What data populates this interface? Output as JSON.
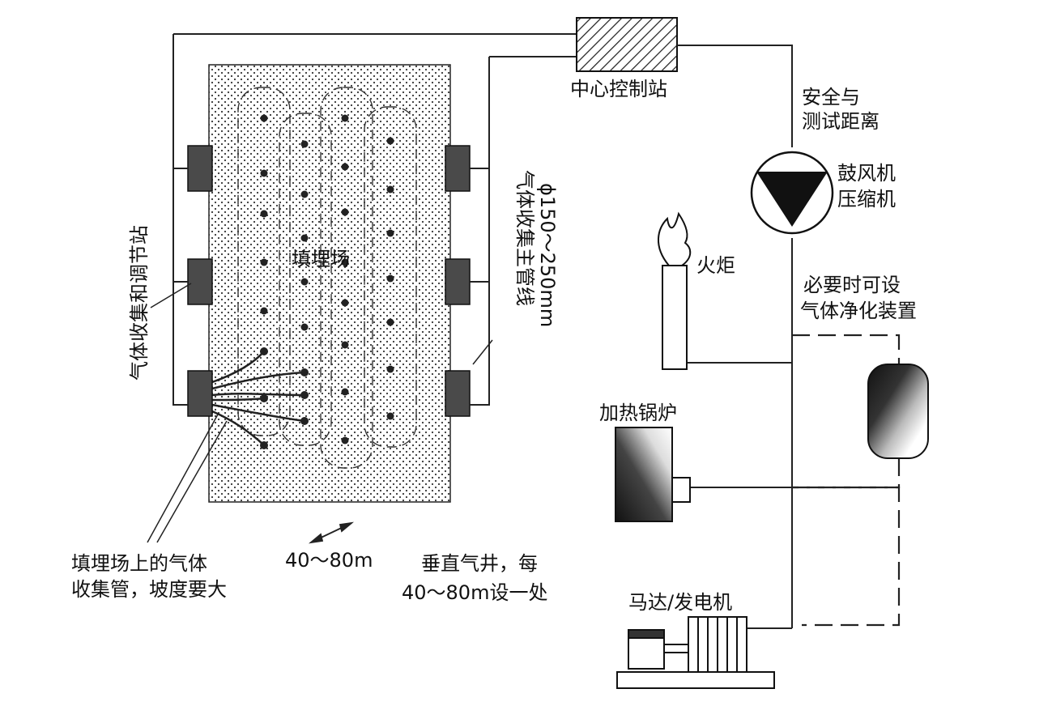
{
  "labels": {
    "control_station": "中心控制站",
    "safety_line1": "安全与",
    "safety_line2": "测试距离",
    "blower_line1": "鼓风机",
    "blower_line2": "压缩机",
    "flare": "火炬",
    "purifier_line1": "必要时可设",
    "purifier_line2": "气体净化装置",
    "boiler": "加热锅炉",
    "motor": "马达/发电机",
    "landfill": "填埋场",
    "collect_station": "气体收集和调节站",
    "main_pipe_line1": "气体收集主管线",
    "main_pipe_line2": "ϕ150～250mm",
    "surface_pipe_line1": "填埋场上的气体",
    "surface_pipe_line2": "收集管，坡度要大",
    "spacing": "40～80m",
    "well_line1": "垂直气井，每",
    "well_line2": "40～80m设一处"
  }
}
